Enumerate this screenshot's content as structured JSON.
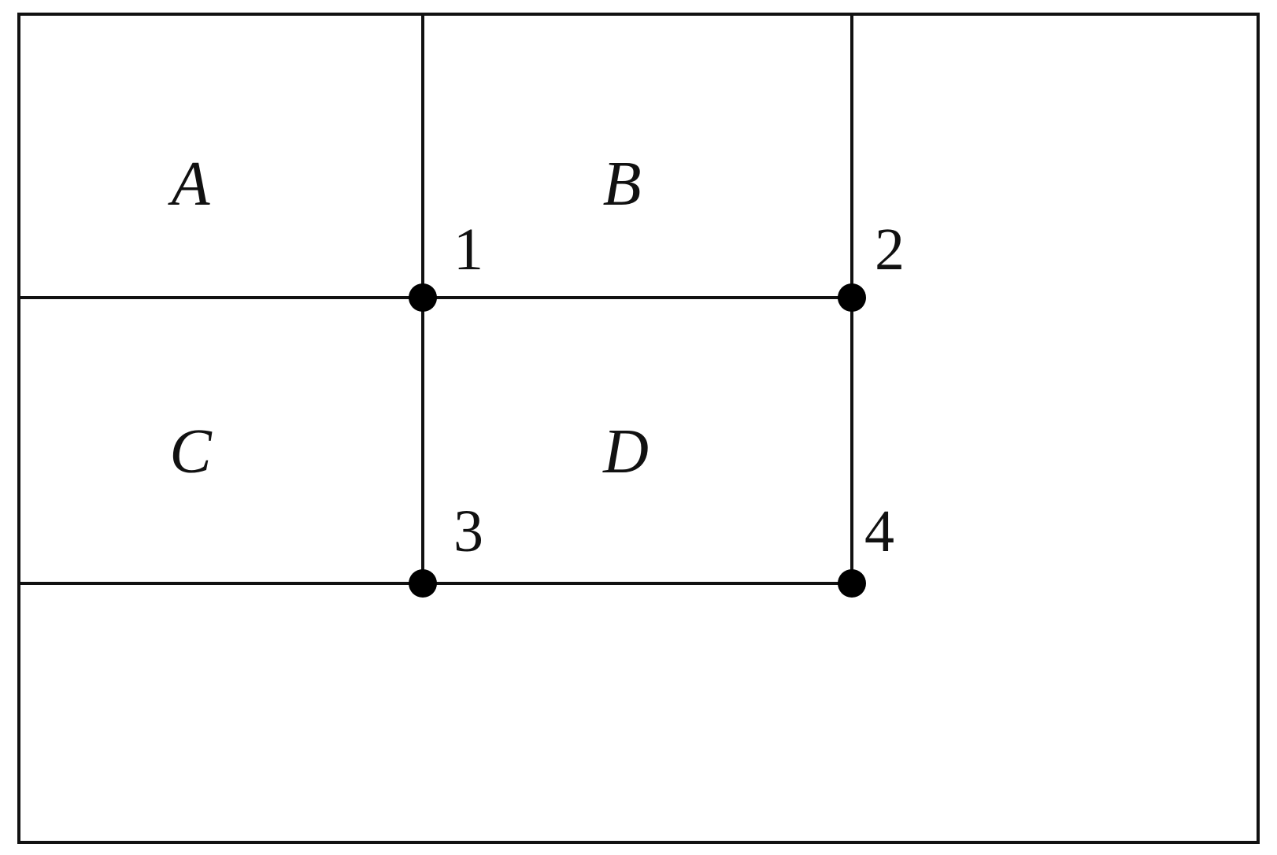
{
  "diagram": {
    "regions": [
      {
        "id": "A",
        "label": "A"
      },
      {
        "id": "B",
        "label": "B"
      },
      {
        "id": "C",
        "label": "C"
      },
      {
        "id": "D",
        "label": "D"
      }
    ],
    "nodes": [
      {
        "id": "1",
        "label": "1"
      },
      {
        "id": "2",
        "label": "2"
      },
      {
        "id": "3",
        "label": "3"
      },
      {
        "id": "4",
        "label": "4"
      }
    ],
    "colors": {
      "stroke": "#111111",
      "node": "#000000",
      "background": "#ffffff"
    }
  }
}
